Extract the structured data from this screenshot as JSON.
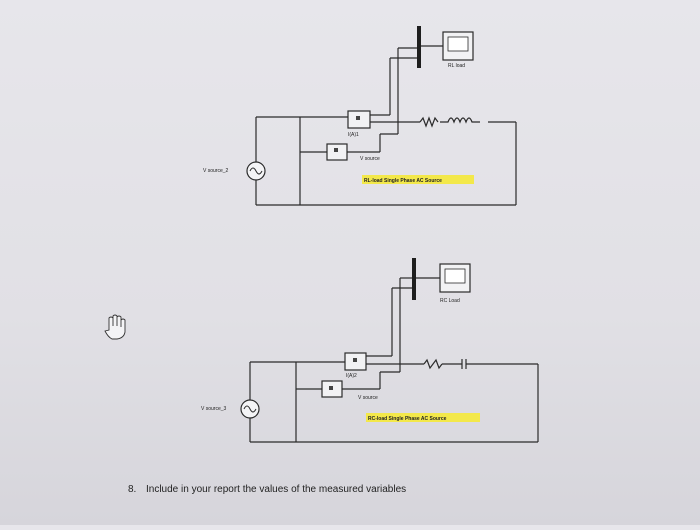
{
  "diagram_rl": {
    "scope_label": "RL load",
    "current_meter_label": "I(A)1",
    "voltage_meter_label": "V source",
    "source_label": "V source_2",
    "caption": "RL-load Single Phase AC Source"
  },
  "diagram_rc": {
    "scope_label": "RC Load",
    "current_meter_label": "I(A)2",
    "voltage_meter_label": "V source",
    "source_label": "V source_3",
    "caption": "RC-load Single Phase AC Source"
  },
  "question": {
    "number": "8.",
    "text": "Include in your report the values of the measured variables"
  },
  "icons": {
    "cursor": "hand-cursor-icon",
    "ac_source": "ac-source-icon",
    "scope": "scope-icon"
  },
  "colors": {
    "highlight": "#f3e84a",
    "wire": "#2b2b2b"
  }
}
